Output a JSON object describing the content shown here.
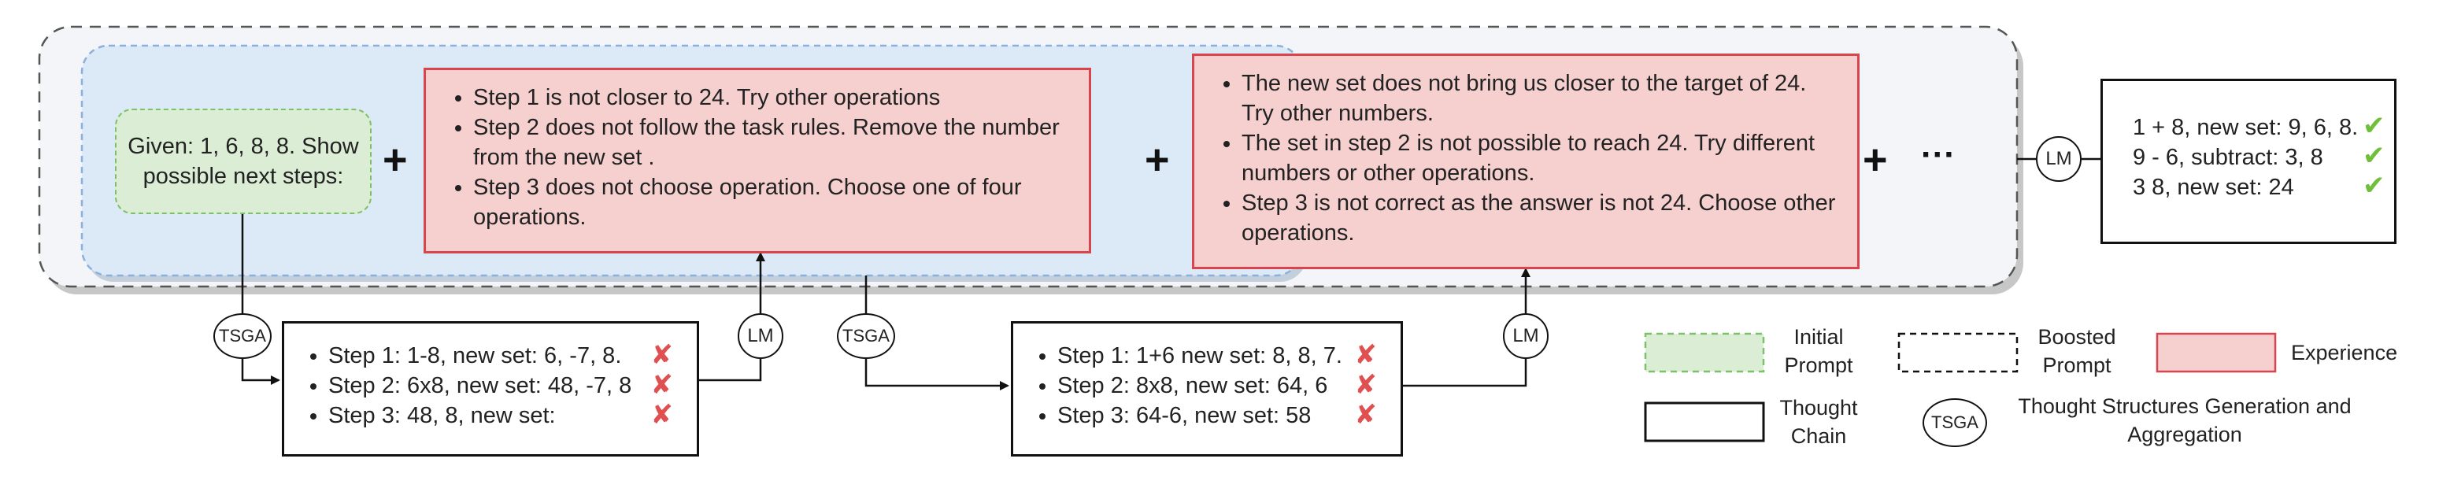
{
  "initial_prompt": {
    "text": "Given: 1, 6, 8, 8. Show possible next steps:"
  },
  "operators": {
    "plus": "+",
    "ellipsis": "···"
  },
  "experience_1": {
    "items": [
      "Step 1 is not closer to 24.  Try other operations",
      "Step 2 does not follow the task rules. Remove the number from the new set .",
      "Step 3 does not choose operation. Choose one of four operations."
    ]
  },
  "experience_2": {
    "items": [
      "The new set does not bring us closer to the target of 24. Try other numbers.",
      "The set in step 2 is not possible to reach 24. Try different numbers or other operations.",
      "Step 3 is not correct as the answer is not 24. Choose other operations."
    ]
  },
  "chain_1": {
    "items": [
      "Step 1: 1-8,  new set: 6, -7, 8.",
      "Step 2: 6x8,  new set: 48, -7, 8",
      "Step 3: 48, 8, new set:"
    ]
  },
  "chain_2": {
    "items": [
      "Step 1: 1+6 new set: 8, 8, 7.",
      "Step 2: 8x8, new set: 64, 6",
      "Step 3: 64-6, new set:  58"
    ]
  },
  "result": {
    "items": [
      "1 + 8, new set: 9, 6, 8.",
      "9 - 6, subtract: 3, 8",
      "3  8, new set:  24"
    ]
  },
  "nodes": {
    "tsga": "TSGA",
    "lm": "LM"
  },
  "marks": {
    "cross": "✘",
    "check": "✔"
  },
  "legend": {
    "initial_prompt": "Initial Prompt",
    "boosted_prompt": "Boosted Prompt",
    "experience": "Experience",
    "thought_chain": "Thought Chain",
    "tsga_symbol": "TSGA",
    "tsga_desc": "Thought Structures Generation and Aggregation"
  },
  "colors": {
    "initial_fill": "#dcedd6",
    "initial_border": "#7cc06a",
    "boosted_fill": "#f4f5f9",
    "inner_fill": "#dceaf8",
    "inner_border": "#8cb0dc",
    "experience_fill": "#f6cfcf",
    "experience_border": "#d9454f",
    "cross": "#e05050",
    "check": "#6fbf3a"
  }
}
